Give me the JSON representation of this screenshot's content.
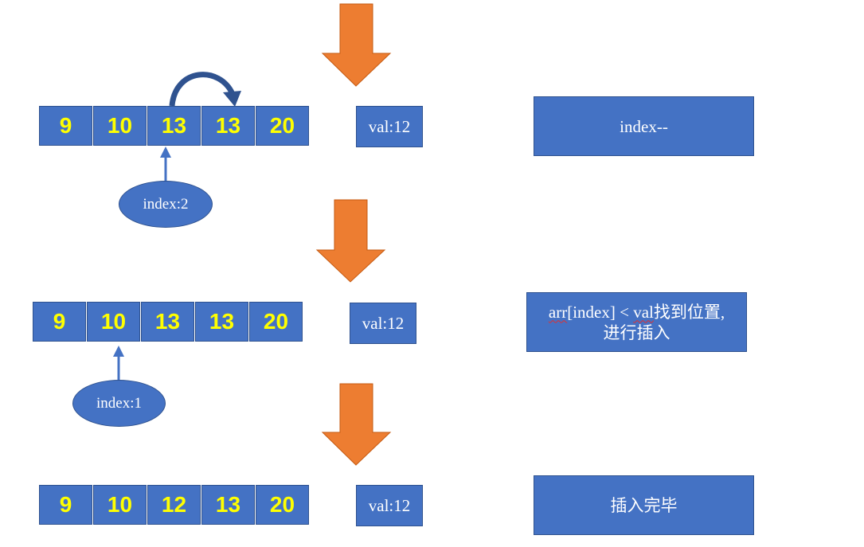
{
  "colors": {
    "box": "#4472c4",
    "border": "#2f528f",
    "digit": "#ffff00",
    "arrow": "#ed7d31"
  },
  "step1": {
    "cells": [
      "9",
      "10",
      "13",
      "13",
      "20"
    ],
    "val": "val:12",
    "index_label": "index:2",
    "note": "index--"
  },
  "step2": {
    "cells": [
      "9",
      "10",
      "13",
      "13",
      "20"
    ],
    "val": "val:12",
    "index_label": "index:1",
    "note_prefix_a": "arr",
    "note_prefix_b": "[index] < ",
    "note_prefix_c": "val",
    "note_suffix": "找到位置,",
    "note_line2": "进行插入"
  },
  "step3": {
    "cells": [
      "9",
      "10",
      "12",
      "13",
      "20"
    ],
    "val": "val:12",
    "note": "插入完毕"
  }
}
